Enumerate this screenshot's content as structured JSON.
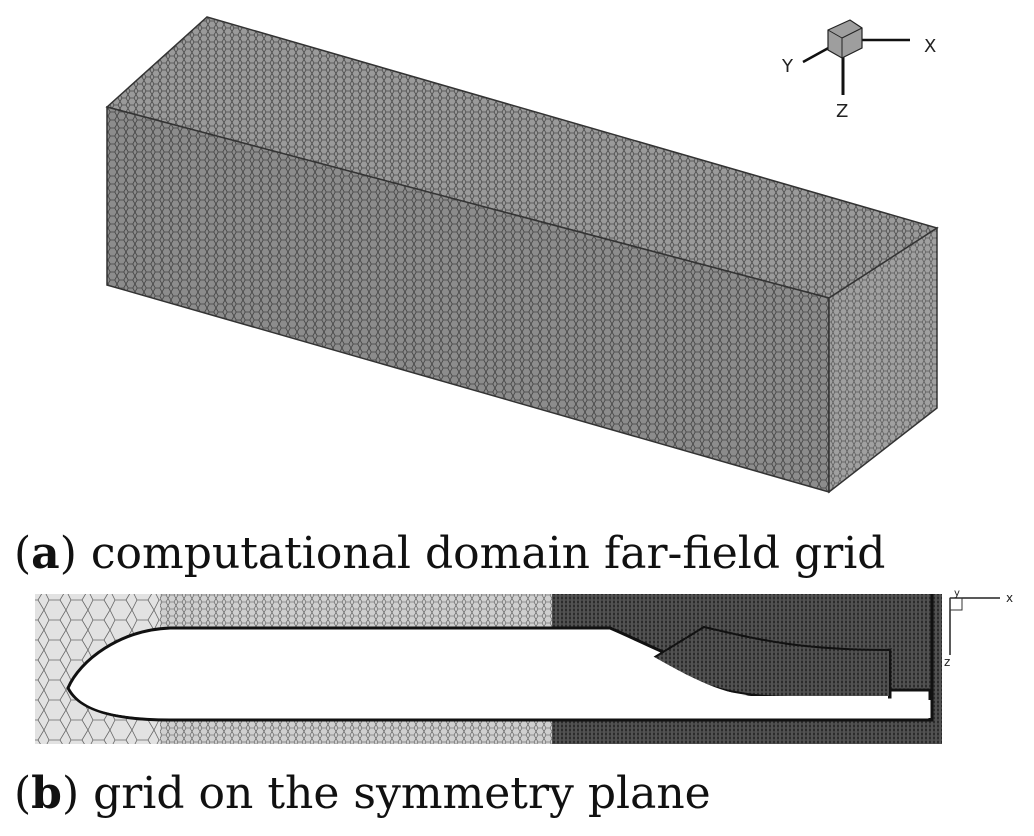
{
  "figure": {
    "panel_a": {
      "letter": "a",
      "caption": "computational domain far-field grid",
      "axes": {
        "x": "X",
        "y": "Y",
        "z": "Z"
      }
    },
    "panel_b": {
      "letter": "b",
      "caption": "grid on the symmetry plane",
      "axes": {
        "x": "x",
        "y": "y",
        "z": "z"
      }
    }
  },
  "colors": {
    "mesh_face": "#8a8a8a",
    "mesh_line": "#4a4a4a",
    "dense_mesh": "#2a2a2a",
    "coarse_mesh": "#d9d9d9"
  }
}
